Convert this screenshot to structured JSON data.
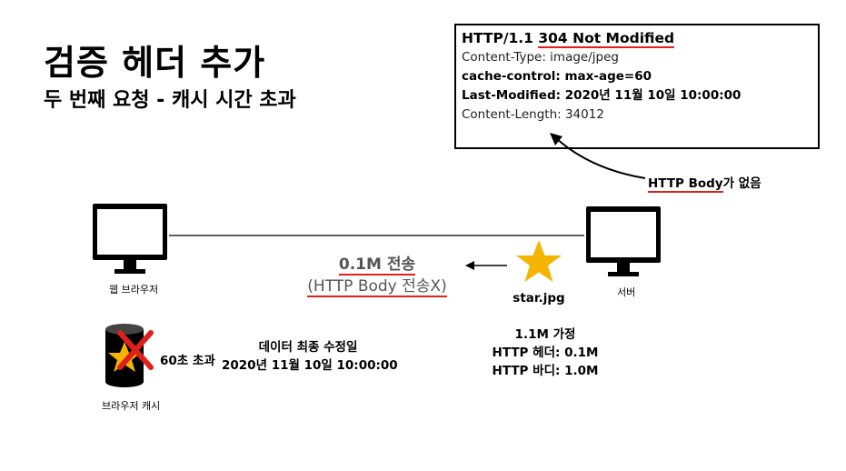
{
  "title": "검증 헤더 추가",
  "subtitle": "두 번째 요청 - 캐시 시간 초과",
  "response": {
    "status_prefix": "HTTP/1.1 ",
    "status_code": "304 Not Modified",
    "headers": [
      "Content-Type: image/jpeg",
      "cache-control: max-age=60",
      "Last-Modified: 2020년 11월 10일 10:00:00",
      "Content-Length: 34012"
    ]
  },
  "body_note": {
    "bold": "HTTP Body",
    "rest": "가 없음"
  },
  "client": {
    "label": "웹 브라우저"
  },
  "server": {
    "label": "서버"
  },
  "transfer": {
    "size": "0.1M 전송",
    "detail": "(HTTP Body 전송X)"
  },
  "resource": {
    "name": "star.jpg"
  },
  "cache": {
    "label": "브라우저 캐시",
    "status": "60초 초과"
  },
  "last_modified": {
    "line1": "데이터 최종 수정일",
    "line2": "2020년 11월 10일 10:00:00"
  },
  "assumption": {
    "lines": [
      "1.1M 가정",
      "HTTP 헤더: 0.1M",
      "HTTP 바디: 1.0M"
    ]
  },
  "colors": {
    "star": "#f5b400",
    "red": "#e0201a",
    "gray_text": "#555555"
  }
}
